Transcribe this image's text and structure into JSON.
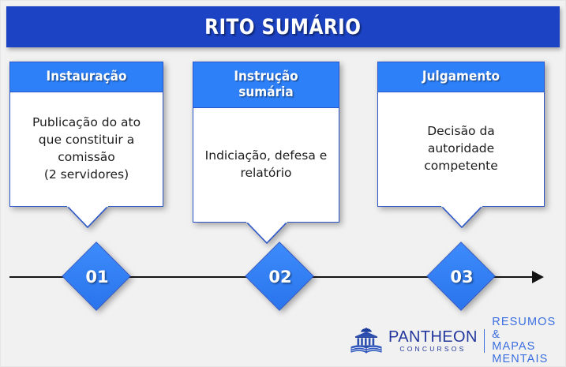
{
  "title": "RITO SUMÁRIO",
  "colors": {
    "banner_blue": "#1B43C4",
    "card_header_blue": "#2E80F8",
    "card_border_blue": "#2A55C8",
    "background_gray": "#F1F1F1",
    "line_black": "#141414",
    "logo_navy": "#23379C",
    "logo_blue": "#3B6FE0"
  },
  "cards": [
    {
      "header_lines": [
        "Instauração"
      ],
      "body_lines": [
        "Publicação do ato",
        "que constituir a",
        "comissão",
        "(2 servidores)"
      ]
    },
    {
      "header_lines": [
        "Instrução",
        "sumária"
      ],
      "body_lines": [
        "Indiciação, defesa e",
        "relatório"
      ]
    },
    {
      "header_lines": [
        "Julgamento"
      ],
      "body_lines": [
        "Decisão da",
        "autoridade",
        "competente"
      ]
    }
  ],
  "timeline": {
    "steps": [
      {
        "number": "01"
      },
      {
        "number": "02"
      },
      {
        "number": "03"
      }
    ]
  },
  "logo": {
    "mark": "pantheon-building-book-icon",
    "brand_main": "PANTHEON",
    "brand_sub": "CONCURSOS",
    "tagline_line1": "RESUMOS &",
    "tagline_line2": "MAPAS MENTAIS"
  }
}
